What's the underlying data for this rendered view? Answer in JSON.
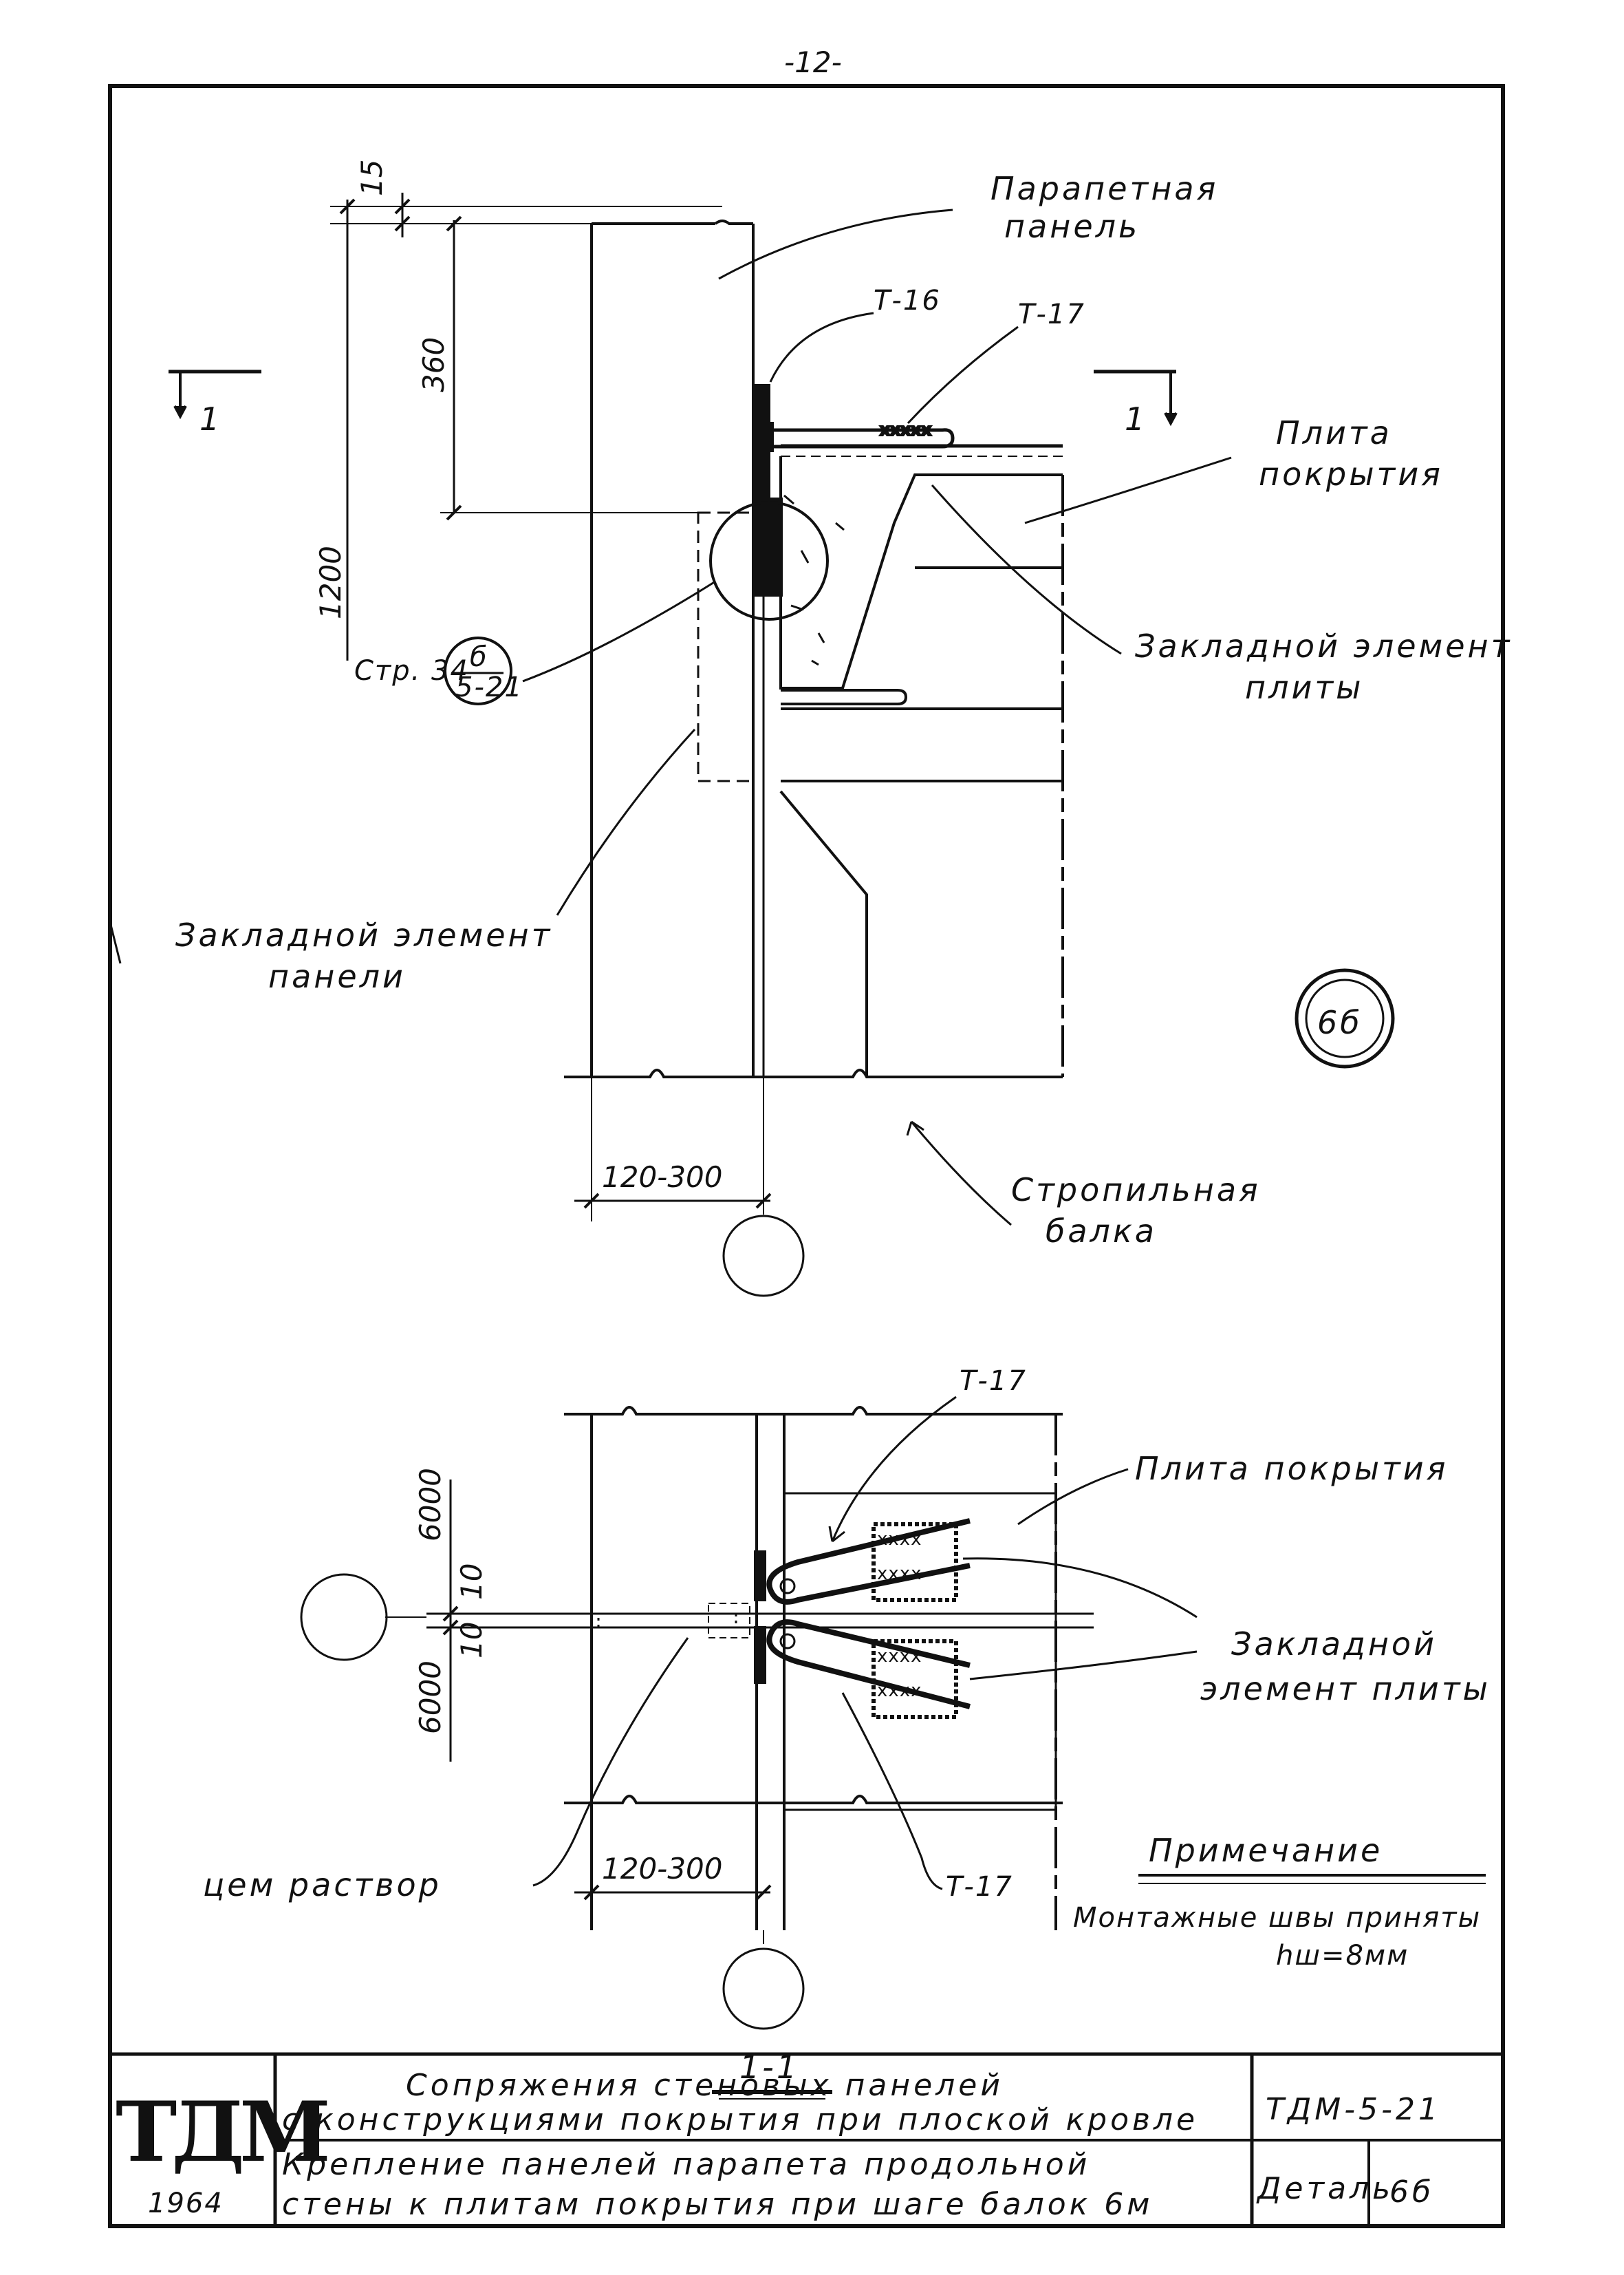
{
  "page_number": "-12-",
  "labels": {
    "parapet_panel": [
      "Парапетная",
      "панель"
    ],
    "roof_slab_top": [
      "Плита",
      "покрытия"
    ],
    "embedded_slab_top": [
      "Закладной элемент",
      "плиты"
    ],
    "embedded_panel": [
      "Закладной элемент",
      "панели"
    ],
    "rafter_beam": [
      "Стропильная",
      "балка"
    ],
    "roof_slab_bottom": "Плита покрытия",
    "embedded_slab_bottom": [
      "Закладной",
      "элемент плиты"
    ],
    "cement_mortar": "цем раствор",
    "t16": "Т-16",
    "t17_top": "Т-17",
    "t17_plan_top": "Т-17",
    "t17_plan_bottom": "Т-17"
  },
  "dimensions": {
    "d15": "15",
    "d360": "360",
    "d1200": "1200",
    "d120_300_top": "120-300",
    "d120_300_bottom": "120-300",
    "d6000_top": "6000",
    "d6000_bottom": "6000",
    "d10_top": "10",
    "d10_bottom": "10"
  },
  "detail_ref": {
    "prefix": "Стр. 34",
    "top": "б",
    "bottom": "5-21"
  },
  "detail_marker": "6б",
  "section_mark": "1",
  "section_title": "1-1",
  "note": {
    "title": "Примечание",
    "line1": "Монтажные швы приняты",
    "line2": "hш=8мм"
  },
  "title_block": {
    "logo": "ТДМ",
    "year": "1964",
    "title_line1": "Сопряжения стеновых панелей",
    "title_line2": "с конструкциями покрытия при плоской кровле",
    "code": "ТДМ-5-21",
    "desc_line1": "Крепление панелей парапета продольной",
    "desc_line2": "стены к плитам покрытия при шаге балок 6м",
    "detail_label": "Деталь",
    "detail_value": "6б"
  }
}
